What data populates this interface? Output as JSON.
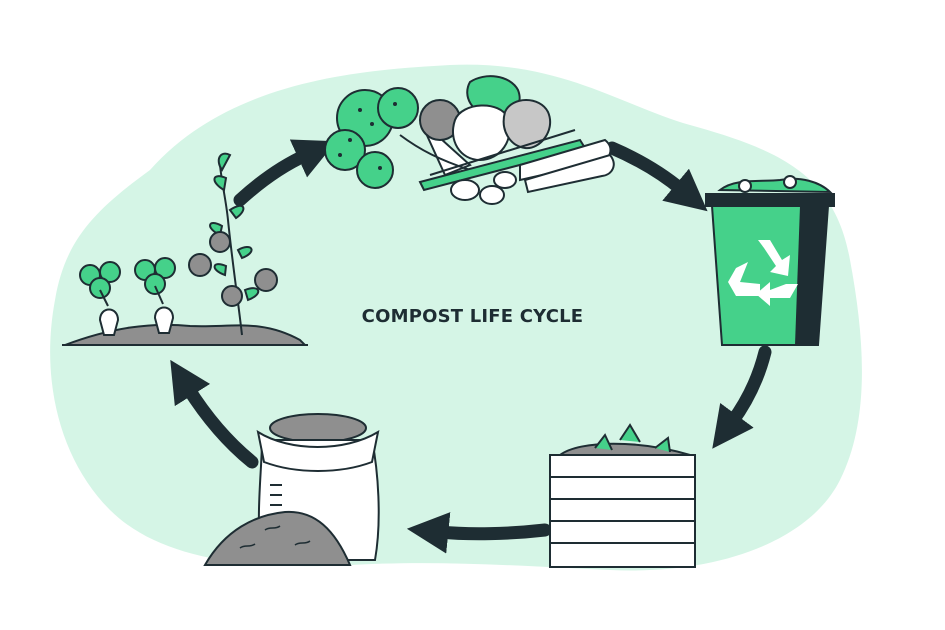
{
  "title": "COMPOST LIFE CYCLE",
  "colors": {
    "blob": "#d5f5e6",
    "accent": "#45d18a",
    "ink": "#1e2d33",
    "gray": "#8f8f8f",
    "gray_light": "#c7c7c7",
    "white": "#ffffff"
  },
  "stages": [
    {
      "name": "vegetables",
      "icon": "vegetables-icon"
    },
    {
      "name": "recycling-bin",
      "icon": "recycle-bin-icon"
    },
    {
      "name": "compost-bin",
      "icon": "compost-bin-icon"
    },
    {
      "name": "compost-sack",
      "icon": "compost-sack-icon"
    },
    {
      "name": "growing-plants",
      "icon": "plants-icon"
    }
  ]
}
